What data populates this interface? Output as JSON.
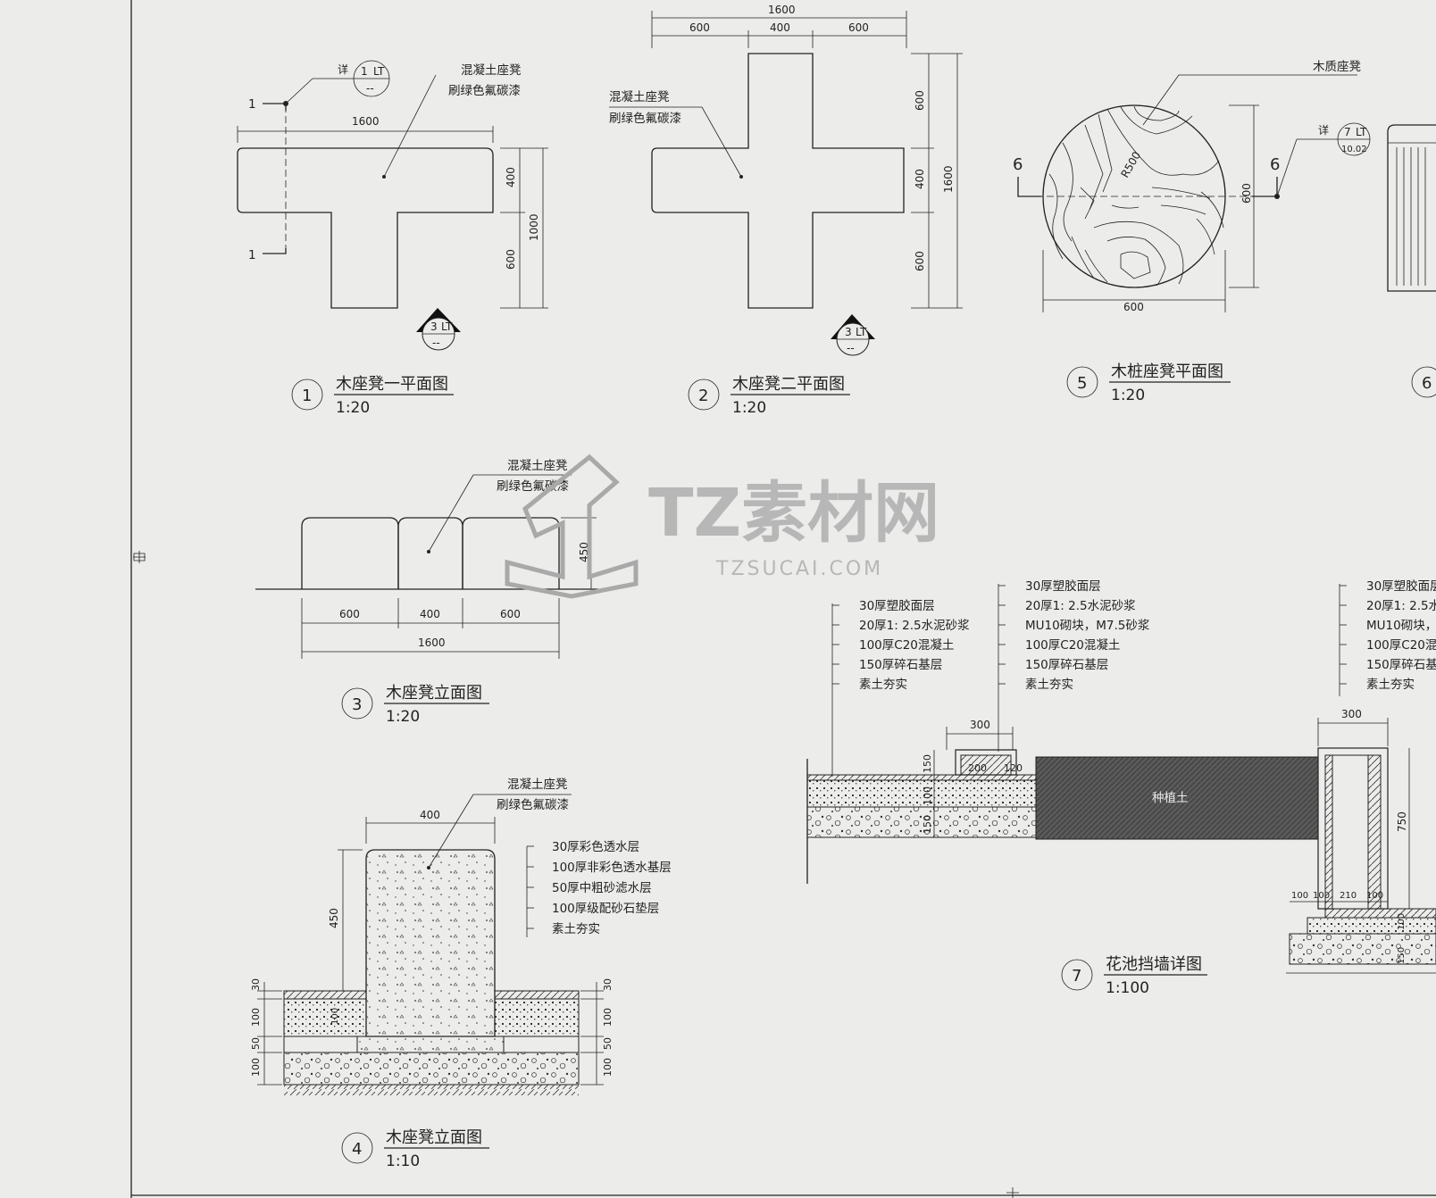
{
  "drawings": [
    {
      "number": "1",
      "title": "木座凳一平面图",
      "scale": "1:20"
    },
    {
      "number": "2",
      "title": "木座凳二平面图",
      "scale": "1:20"
    },
    {
      "number": "3",
      "title": "木座凳立面图",
      "scale": "1:20"
    },
    {
      "number": "4",
      "title": "木座凳立面图",
      "scale": "1:10"
    },
    {
      "number": "5",
      "title": "木桩座凳平面图",
      "scale": "1:20"
    },
    {
      "number": "6",
      "title": "",
      "scale": ""
    },
    {
      "number": "7",
      "title": "花池挡墙详图",
      "scale": "1:100"
    }
  ],
  "notes": {
    "concrete_bench": "混凝土座凳",
    "green_paint": "刷绿色氟碳漆",
    "wood_bench": "木质座凳",
    "detail_prefix": "详",
    "soil": "种植土",
    "detail_ref_1": {
      "num": "1",
      "sheet": "LT",
      "sub": "--"
    },
    "detail_ref_7": {
      "num": "7",
      "sheet": "LT",
      "sub": "10.02"
    },
    "view_ref_3": {
      "num": "3",
      "sheet": "LT",
      "sub": "--"
    },
    "section_1": "1",
    "section_6": "6"
  },
  "layers_bench": [
    "30厚彩色透水层",
    "100厚非彩色透水基层",
    "50厚中粗砂滤水层",
    "100厚级配砂石垫层",
    "素土夯实"
  ],
  "layers_wall_left": [
    "30厚塑胶面层",
    "20厚1: 2.5水泥砂浆",
    "100厚C20混凝土",
    "150厚碎石基层",
    "素土夯实"
  ],
  "layers_wall_mid": [
    "30厚塑胶面层",
    "20厚1: 2.5水泥砂浆",
    "MU10砌块，M7.5砂浆",
    "100厚C20混凝土",
    "150厚碎石基层",
    "素土夯实"
  ],
  "layers_wall_right": [
    "30厚塑胶面层",
    "20厚1: 2.5水",
    "MU10砌块，",
    "100厚C20混",
    "150厚碎石基",
    "素土夯实"
  ],
  "dims": {
    "d1600": "1600",
    "d1000": "1000",
    "d600": "600",
    "d400": "400",
    "d450": "450",
    "d300": "300",
    "d200": "200",
    "d150": "150",
    "d100": "100",
    "d750": "750",
    "d50": "50",
    "d30": "30",
    "d210": "210",
    "d120": "120",
    "r500": "R500"
  },
  "watermark": {
    "brand": "TZ素材网",
    "url": "TZSUCAI.COM"
  }
}
